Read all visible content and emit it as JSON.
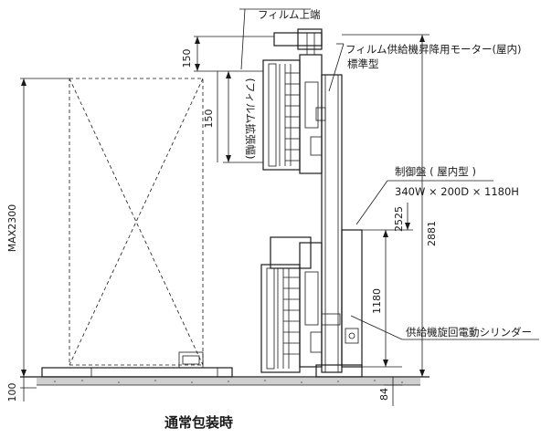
{
  "labels": {
    "film_top": "フィルム上端",
    "motor": "フィルム供給機昇降用モーター(屋内)",
    "standard": "標準型",
    "panel": "制御盤 ( 屋内型 )",
    "panel_size": "340W × 200D × 1180H",
    "cylinder": "供給機旋回電動シリンダー",
    "film_width": "(フィルム拡張幅)",
    "title": "通常包装時"
  },
  "dims": {
    "d150a": "150",
    "d150b": "150",
    "d2525": "2525",
    "d2881": "2881",
    "d1180": "1180",
    "max2300": "MAX2300",
    "d100": "100",
    "d84": "84"
  }
}
